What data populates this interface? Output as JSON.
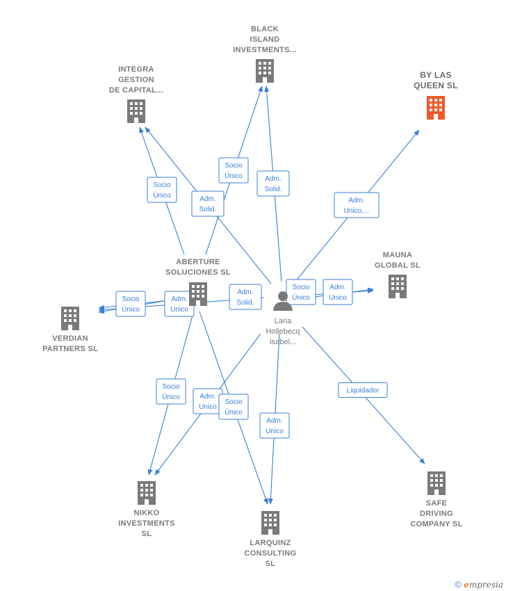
{
  "center": {
    "label_lines": [
      "Laria",
      "Hollebecq",
      "Isabel..."
    ],
    "icon": "person-icon"
  },
  "companies": [
    {
      "id": "black-island",
      "label_lines": [
        "BLACK",
        "ISLAND",
        "INVESTMENTS..."
      ],
      "icon": "building-icon",
      "color": "#7a7a7a"
    },
    {
      "id": "integra",
      "label_lines": [
        "INTEGRA",
        "GESTION",
        "DE CAPITAL..."
      ],
      "icon": "building-icon",
      "color": "#7a7a7a"
    },
    {
      "id": "by-las-queen",
      "label_lines": [
        "BY LAS",
        "QUEEN SL"
      ],
      "icon": "building-icon",
      "color": "#f05a28",
      "highlight": true
    },
    {
      "id": "mauna",
      "label_lines": [
        "MAUNA",
        "GLOBAL SL"
      ],
      "icon": "building-icon",
      "color": "#7a7a7a"
    },
    {
      "id": "aberture",
      "label_lines": [
        "ABERTURE",
        "SOLUCIONES SL"
      ],
      "icon": "building-icon",
      "color": "#7a7a7a"
    },
    {
      "id": "verdian",
      "label_lines": [
        "VERDIAN",
        "PARTNERS SL"
      ],
      "icon": "building-icon",
      "color": "#7a7a7a"
    },
    {
      "id": "nikko",
      "label_lines": [
        "NIKKO",
        "INVESTMENTS",
        "SL"
      ],
      "icon": "building-icon",
      "color": "#7a7a7a"
    },
    {
      "id": "larquinz",
      "label_lines": [
        "LARQUINZ",
        "CONSULTING",
        "SL"
      ],
      "icon": "building-icon",
      "color": "#7a7a7a"
    },
    {
      "id": "safe-driving",
      "label_lines": [
        "SAFE",
        "DRIVING",
        "COMPANY SL"
      ],
      "icon": "building-icon",
      "color": "#7a7a7a"
    }
  ],
  "relations": [
    {
      "from": "aberture",
      "to": "integra",
      "label_lines": [
        "Socio",
        "Único"
      ]
    },
    {
      "from": "center",
      "to": "integra",
      "label_lines": [
        "Adm.",
        "Solid."
      ]
    },
    {
      "from": "aberture",
      "to": "black-island",
      "label_lines": [
        "Socio",
        "Único"
      ]
    },
    {
      "from": "center",
      "to": "black-island",
      "label_lines": [
        "Adm.",
        "Solid."
      ]
    },
    {
      "from": "center",
      "to": "by-las-queen",
      "label_lines": [
        "Adm.",
        "Unico,..."
      ]
    },
    {
      "from": "center",
      "to": "mauna",
      "label_lines": [
        "Socio",
        "Único"
      ]
    },
    {
      "from": "center",
      "to": "mauna",
      "label_lines": [
        "Adm.",
        "Unico"
      ]
    },
    {
      "from": "aberture",
      "to": "verdian",
      "label_lines": [
        "Socio",
        "Único"
      ]
    },
    {
      "from": "aberture",
      "to": "verdian",
      "label_lines": [
        "Adm.",
        "Unico"
      ]
    },
    {
      "from": "center",
      "to": "verdian",
      "label_lines": [
        "Adm.",
        "Solid."
      ]
    },
    {
      "from": "aberture",
      "to": "nikko",
      "label_lines": [
        "Socio",
        "Único"
      ]
    },
    {
      "from": "center",
      "to": "nikko",
      "label_lines": [
        "Adm.",
        "Unico"
      ]
    },
    {
      "from": "aberture",
      "to": "larquinz",
      "label_lines": [
        "Socio",
        "Único"
      ]
    },
    {
      "from": "center",
      "to": "larquinz",
      "label_lines": [
        "Adm.",
        "Unico"
      ]
    },
    {
      "from": "center",
      "to": "safe-driving",
      "label_lines": [
        "Liquidador"
      ]
    }
  ],
  "footer": {
    "copyright": "©",
    "brand_initial": "e",
    "brand_rest": "mpresia"
  },
  "colors": {
    "edge": "#3a7fd6",
    "node": "#7a7a7a",
    "highlight": "#f05a28"
  }
}
